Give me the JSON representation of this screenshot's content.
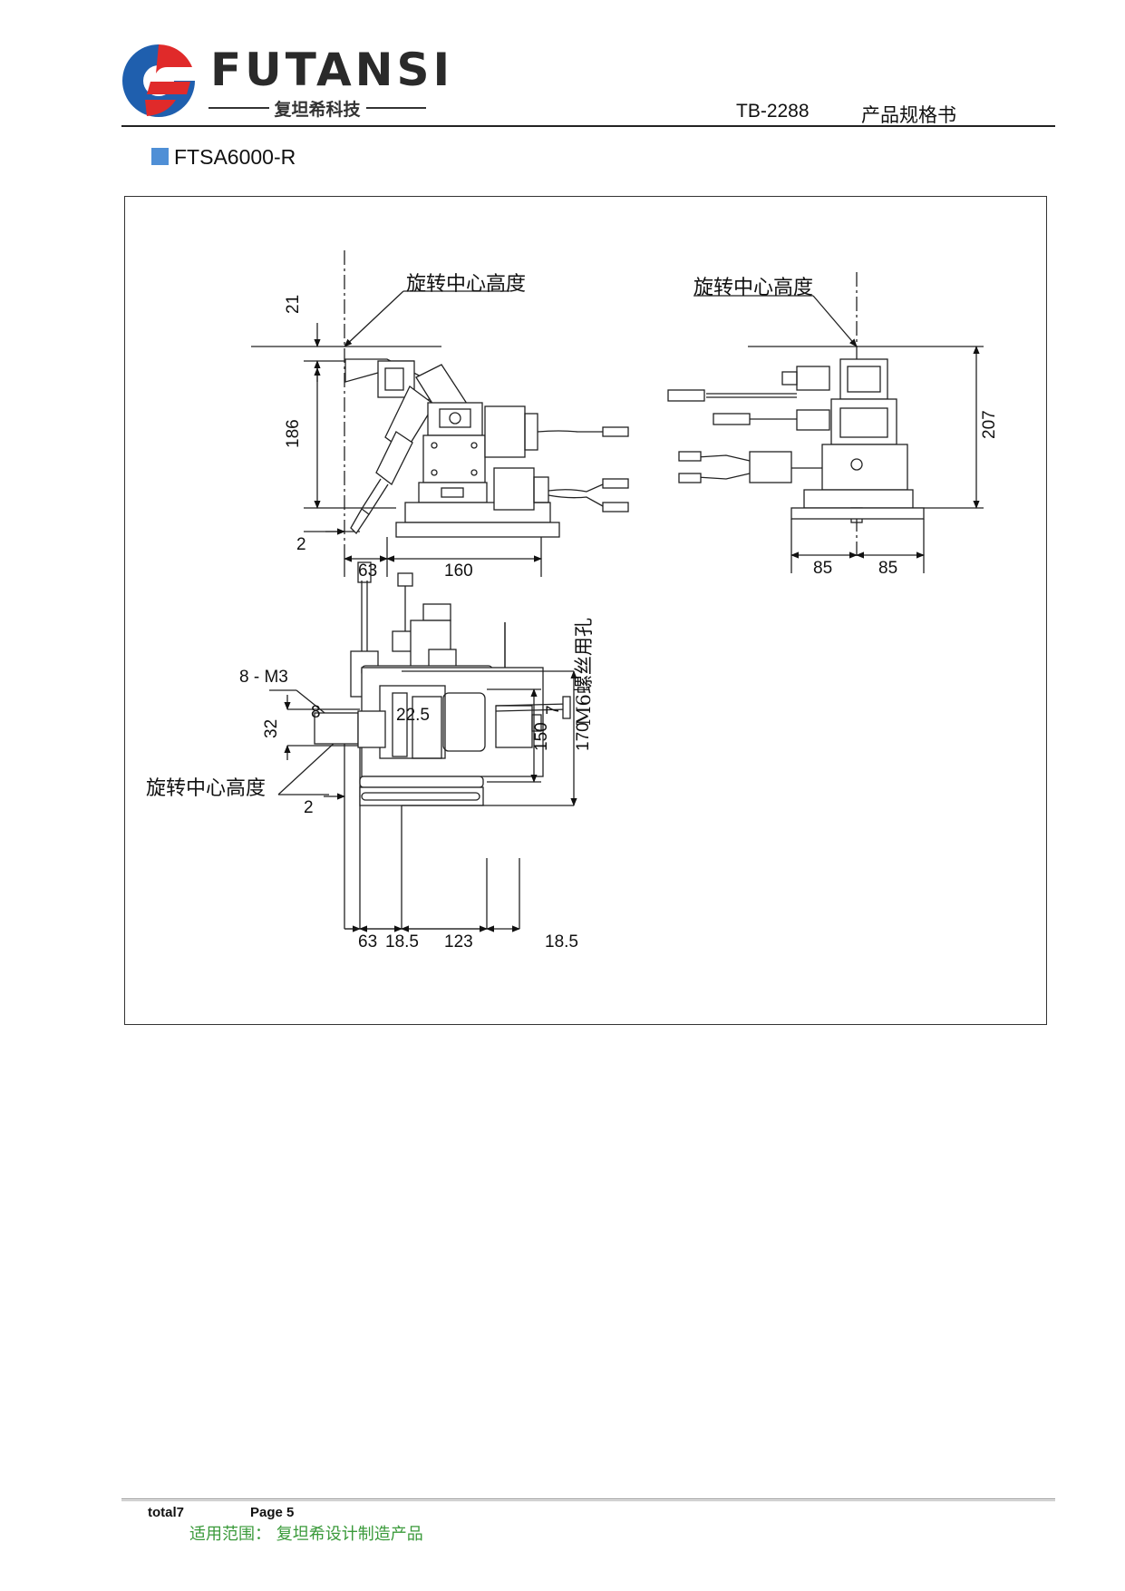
{
  "header": {
    "brand_name": "FUTANSI",
    "brand_subtitle": "复坦希科技",
    "doc_code": "TB-2288",
    "doc_type": "产品规格书",
    "logo_icon": "futansi-logo-icon",
    "colors": {
      "logo_blue": "#1f5fae",
      "logo_red": "#e02a2a"
    }
  },
  "section": {
    "title": "FTSA6000-R",
    "bullet_color": "#4f8fd6"
  },
  "drawing": {
    "label_rotation_center_height": "旋转中心高度",
    "label_m6_holes": "M6螺丝用孔",
    "label_8m3": "8 - M3",
    "front_view": {
      "dim_21": "21",
      "dim_186": "186",
      "dim_2": "2",
      "dim_63": "63",
      "dim_160": "160"
    },
    "side_view": {
      "dim_207": "207",
      "dim_85_left": "85",
      "dim_85_right": "85"
    },
    "top_view": {
      "dim_8": "8",
      "dim_22_5": "22.5",
      "dim_7": "7",
      "dim_32": "32",
      "dim_2": "2",
      "dim_150": "150",
      "dim_170": "170",
      "dim_63": "63",
      "dim_18_5_left": "18.5",
      "dim_123": "123",
      "dim_18_5_right": "18.5"
    }
  },
  "footer": {
    "total": "total7",
    "page": "Page 5",
    "scope": "适用范围：  复坦希设计制造产品"
  }
}
